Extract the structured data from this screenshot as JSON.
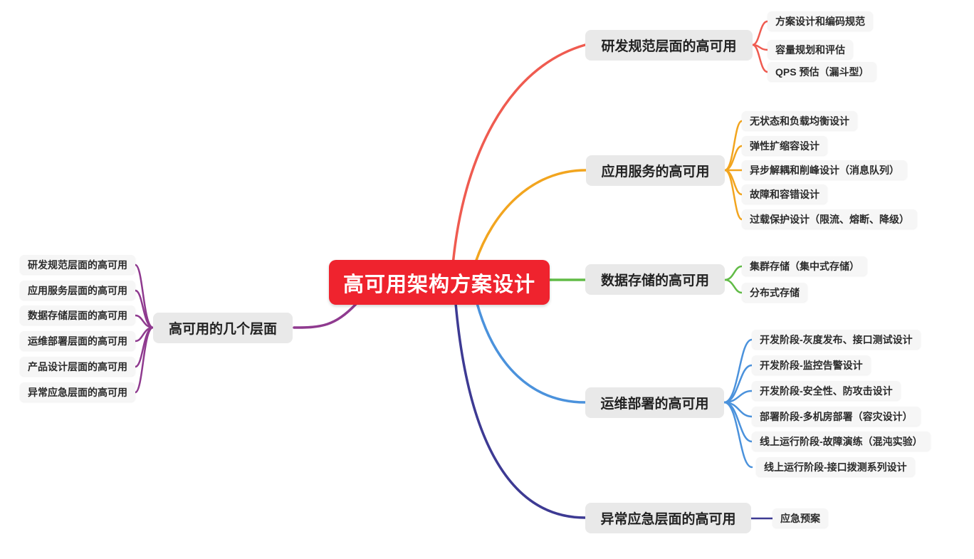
{
  "root": {
    "label": "高可用架构方案设计",
    "bg": "#ef232e",
    "text_color": "#ffffff"
  },
  "branches": [
    {
      "label": "研发规范层面的高可用",
      "color": "#ef5b50",
      "side": "right",
      "children": [
        "方案设计和编码规范",
        "容量规划和评估",
        "QPS 预估（漏斗型）"
      ]
    },
    {
      "label": "应用服务的高可用",
      "color": "#f2a51f",
      "side": "right",
      "children": [
        "无状态和负载均衡设计",
        "弹性扩缩容设计",
        "异步解耦和削峰设计（消息队列）",
        "故障和容错设计",
        "过载保护设计（限流、熔断、降级）"
      ]
    },
    {
      "label": "数据存储的高可用",
      "color": "#61bb46",
      "side": "right",
      "children": [
        "集群存储（集中式存储）",
        "分布式存储"
      ]
    },
    {
      "label": "运维部署的高可用",
      "color": "#4b92dc",
      "side": "right",
      "children": [
        "开发阶段-灰度发布、接口测试设计",
        "开发阶段-监控告警设计",
        "开发阶段-安全性、防攻击设计",
        "部署阶段-多机房部署（容灾设计）",
        "线上运行阶段-故障演练（混沌实验）",
        "线上运行阶段-接口拨测系列设计"
      ]
    },
    {
      "label": "异常应急层面的高可用",
      "color": "#3d3a93",
      "side": "right",
      "children": [
        "应急预案"
      ]
    },
    {
      "label": "高可用的几个层面",
      "color": "#8f3a8f",
      "side": "left",
      "children": [
        "研发规范层面的高可用",
        "应用服务层面的高可用",
        "数据存储层面的高可用",
        "运维部署层面的高可用",
        "产品设计层面的高可用",
        "异常应急层面的高可用"
      ]
    }
  ]
}
